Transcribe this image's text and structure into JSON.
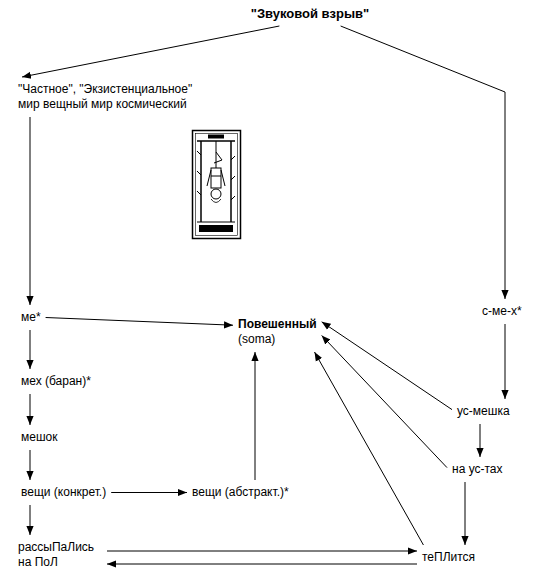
{
  "diagram": {
    "nodes": [
      {
        "text": [
          "\"Звуковой взрыв\""
        ]
      },
      {
        "text": [
          "\"Частное\", \"Экзистенциальное\"",
          "мир вещный мир космический"
        ]
      },
      {
        "text": [
          "с-ме-х*"
        ]
      },
      {
        "text": [
          "ме*"
        ]
      },
      {
        "text": [
          "Повешенный",
          "(soma)"
        ]
      },
      {
        "text": [
          "мех (баран)*"
        ]
      },
      {
        "text": [
          "ус-мешка"
        ]
      },
      {
        "text": [
          "мешок"
        ]
      },
      {
        "text": [
          "на ус-тах"
        ]
      },
      {
        "text": [
          "вещи (конкрет.)"
        ]
      },
      {
        "text": [
          "вещи (абстракт.)*"
        ]
      },
      {
        "text": [
          "рассыПаЛись на ПоЛ"
        ]
      },
      {
        "text": [
          "теПЛится"
        ]
      }
    ],
    "edges": [
      {
        "from": 0,
        "to": 1,
        "arrow": "to"
      },
      {
        "from": 0,
        "to": 2,
        "arrow": "to"
      },
      {
        "from": 1,
        "to": 3,
        "arrow": "to"
      },
      {
        "from": 2,
        "to": 6,
        "arrow": "to"
      },
      {
        "from": 3,
        "to": 4,
        "arrow": "to"
      },
      {
        "from": 3,
        "to": 5,
        "arrow": "to"
      },
      {
        "from": 5,
        "to": 7,
        "arrow": "to"
      },
      {
        "from": 7,
        "to": 9,
        "arrow": "to"
      },
      {
        "from": 9,
        "to": 10,
        "arrow": "to"
      },
      {
        "from": 10,
        "to": 4,
        "arrow": "to"
      },
      {
        "from": 9,
        "to": 11,
        "arrow": "to"
      },
      {
        "from": 6,
        "to": 4,
        "arrow": "to"
      },
      {
        "from": 6,
        "to": 8,
        "arrow": "to"
      },
      {
        "from": 8,
        "to": 4,
        "arrow": "to"
      },
      {
        "from": 8,
        "to": 12,
        "arrow": "to"
      },
      {
        "from": 12,
        "to": 4,
        "arrow": "to"
      },
      {
        "from": 11,
        "to": 12,
        "arrow": "to"
      },
      {
        "from": 12,
        "to": 11,
        "arrow": "to"
      }
    ]
  }
}
